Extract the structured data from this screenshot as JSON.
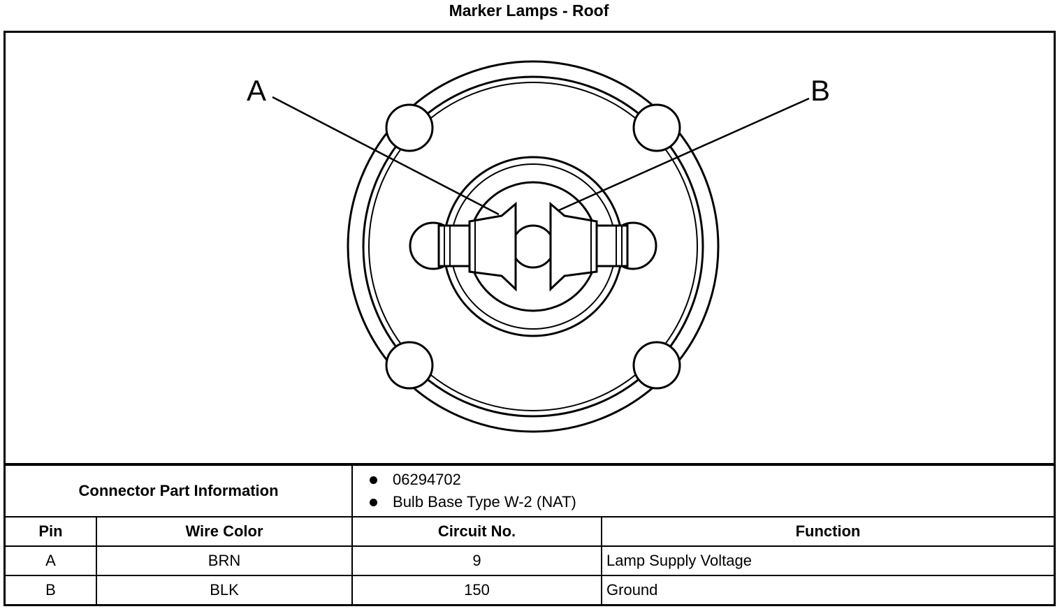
{
  "title": "Marker Lamps - Roof",
  "diagram": {
    "callouts": [
      "A",
      "B"
    ]
  },
  "connector": {
    "label": "Connector Part Information",
    "items": [
      "06294702",
      "Bulb Base Type W-2 (NAT)"
    ]
  },
  "table": {
    "headers": {
      "pin": "Pin",
      "wire_color": "Wire Color",
      "circuit": "Circuit No.",
      "function": "Function"
    },
    "rows": [
      {
        "pin": "A",
        "wire_color": "BRN",
        "circuit": "9",
        "function": "Lamp Supply Voltage"
      },
      {
        "pin": "B",
        "wire_color": "BLK",
        "circuit": "150",
        "function": "Ground"
      }
    ]
  }
}
